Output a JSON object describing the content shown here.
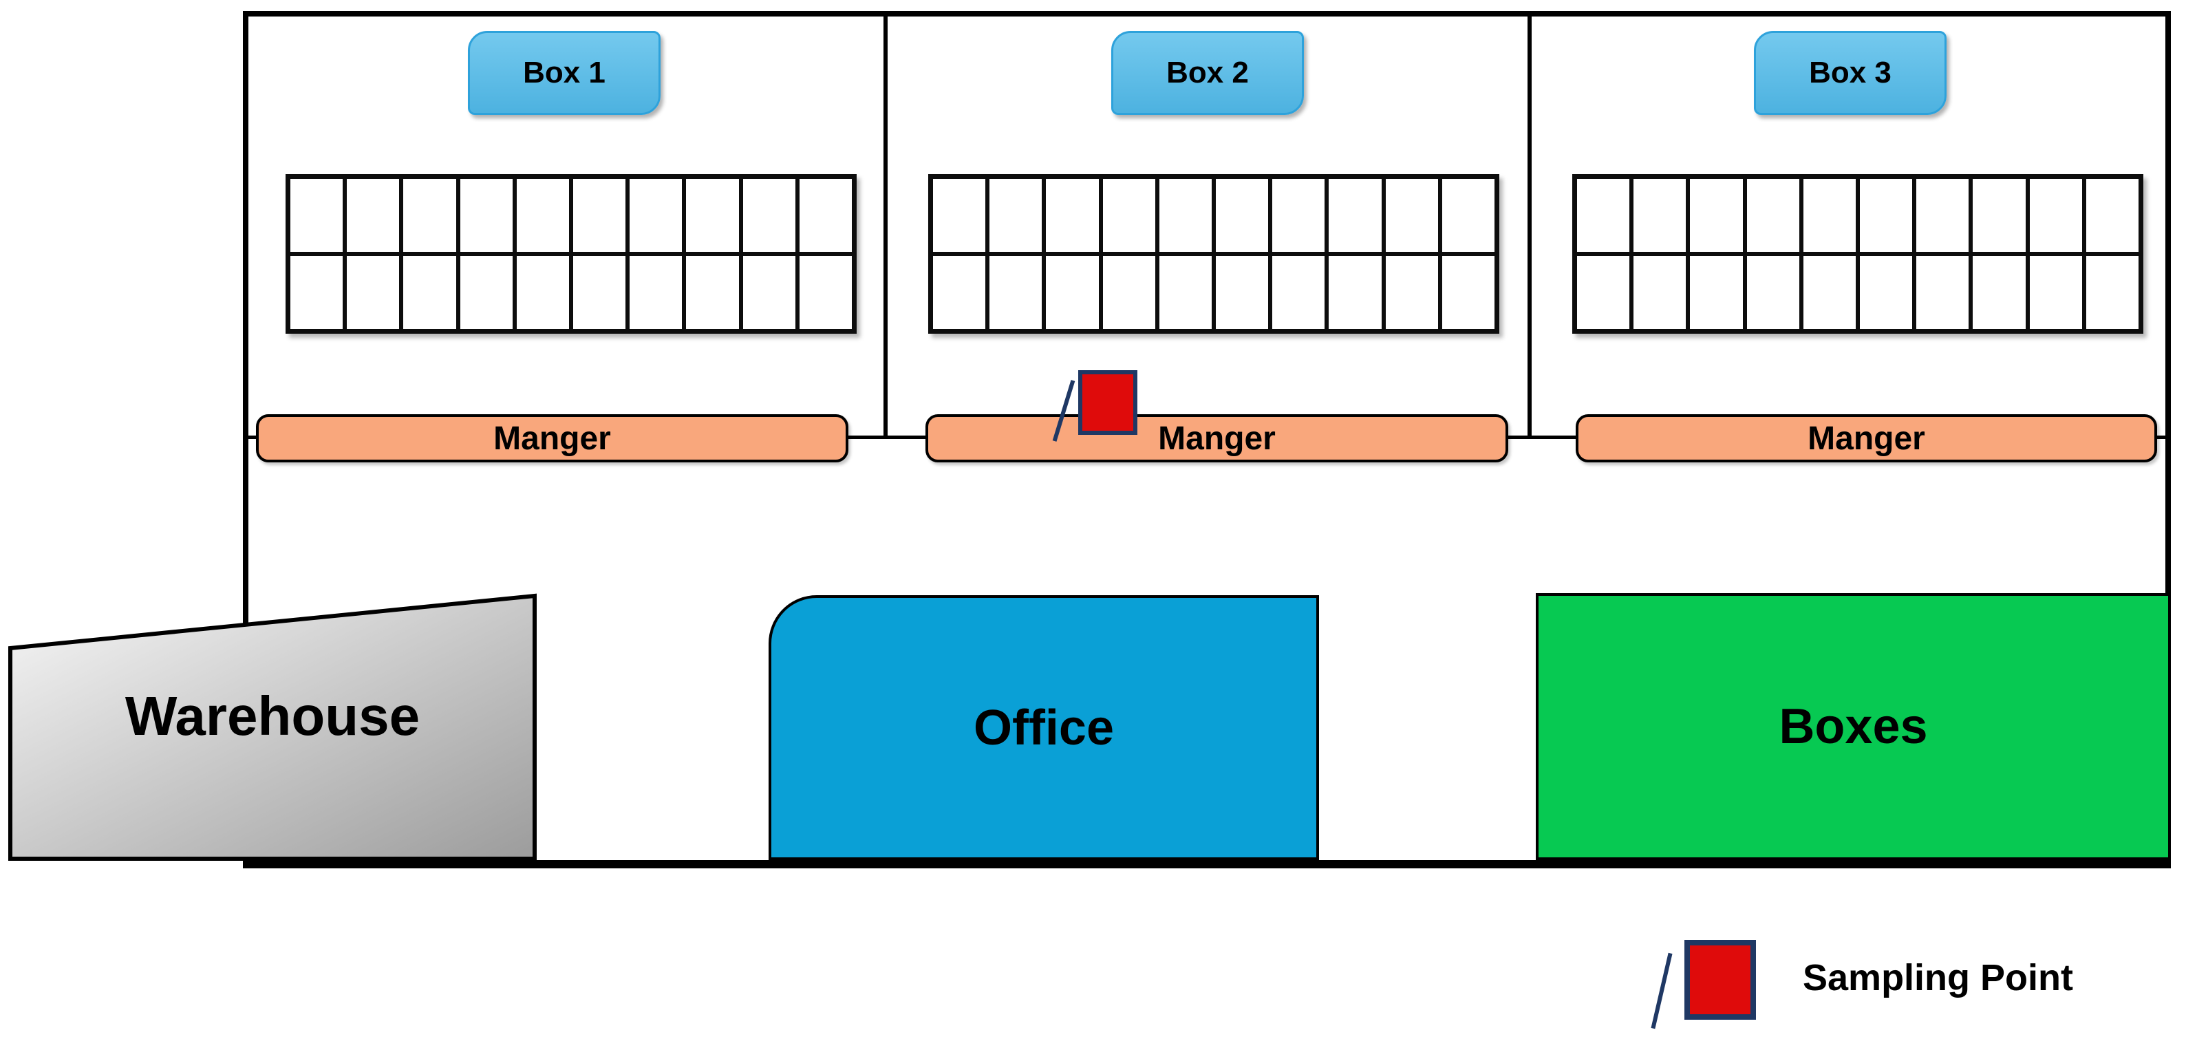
{
  "diagram": {
    "sections": [
      {
        "id": "box1",
        "label": "Box 1",
        "manger_label": "Manger",
        "has_sampling_point": false
      },
      {
        "id": "box2",
        "label": "Box 2",
        "manger_label": "Manger",
        "has_sampling_point": true
      },
      {
        "id": "box3",
        "label": "Box 3",
        "manger_label": "Manger",
        "has_sampling_point": false
      }
    ],
    "stall_grid": {
      "rows": 2,
      "columns": 10
    },
    "rooms": [
      {
        "id": "warehouse",
        "label": "Warehouse"
      },
      {
        "id": "office",
        "label": "Office"
      },
      {
        "id": "boxes",
        "label": "Boxes"
      }
    ],
    "legend": {
      "label": "Sampling Point"
    },
    "colors": {
      "box_label_fill_top": "#74C9EE",
      "box_label_fill_bottom": "#4DB2E0",
      "box_label_border": "#2EA2DB",
      "manger_fill": "#F9A77C",
      "office_fill": "#0AA0D6",
      "boxes_fill": "#07C952",
      "warehouse_fill_light": "#F7F7F7",
      "warehouse_fill_dark": "#9C9C9C",
      "sampling_fill": "#DF0B0B",
      "sampling_border": "#1F3864",
      "line": "#000000"
    }
  }
}
